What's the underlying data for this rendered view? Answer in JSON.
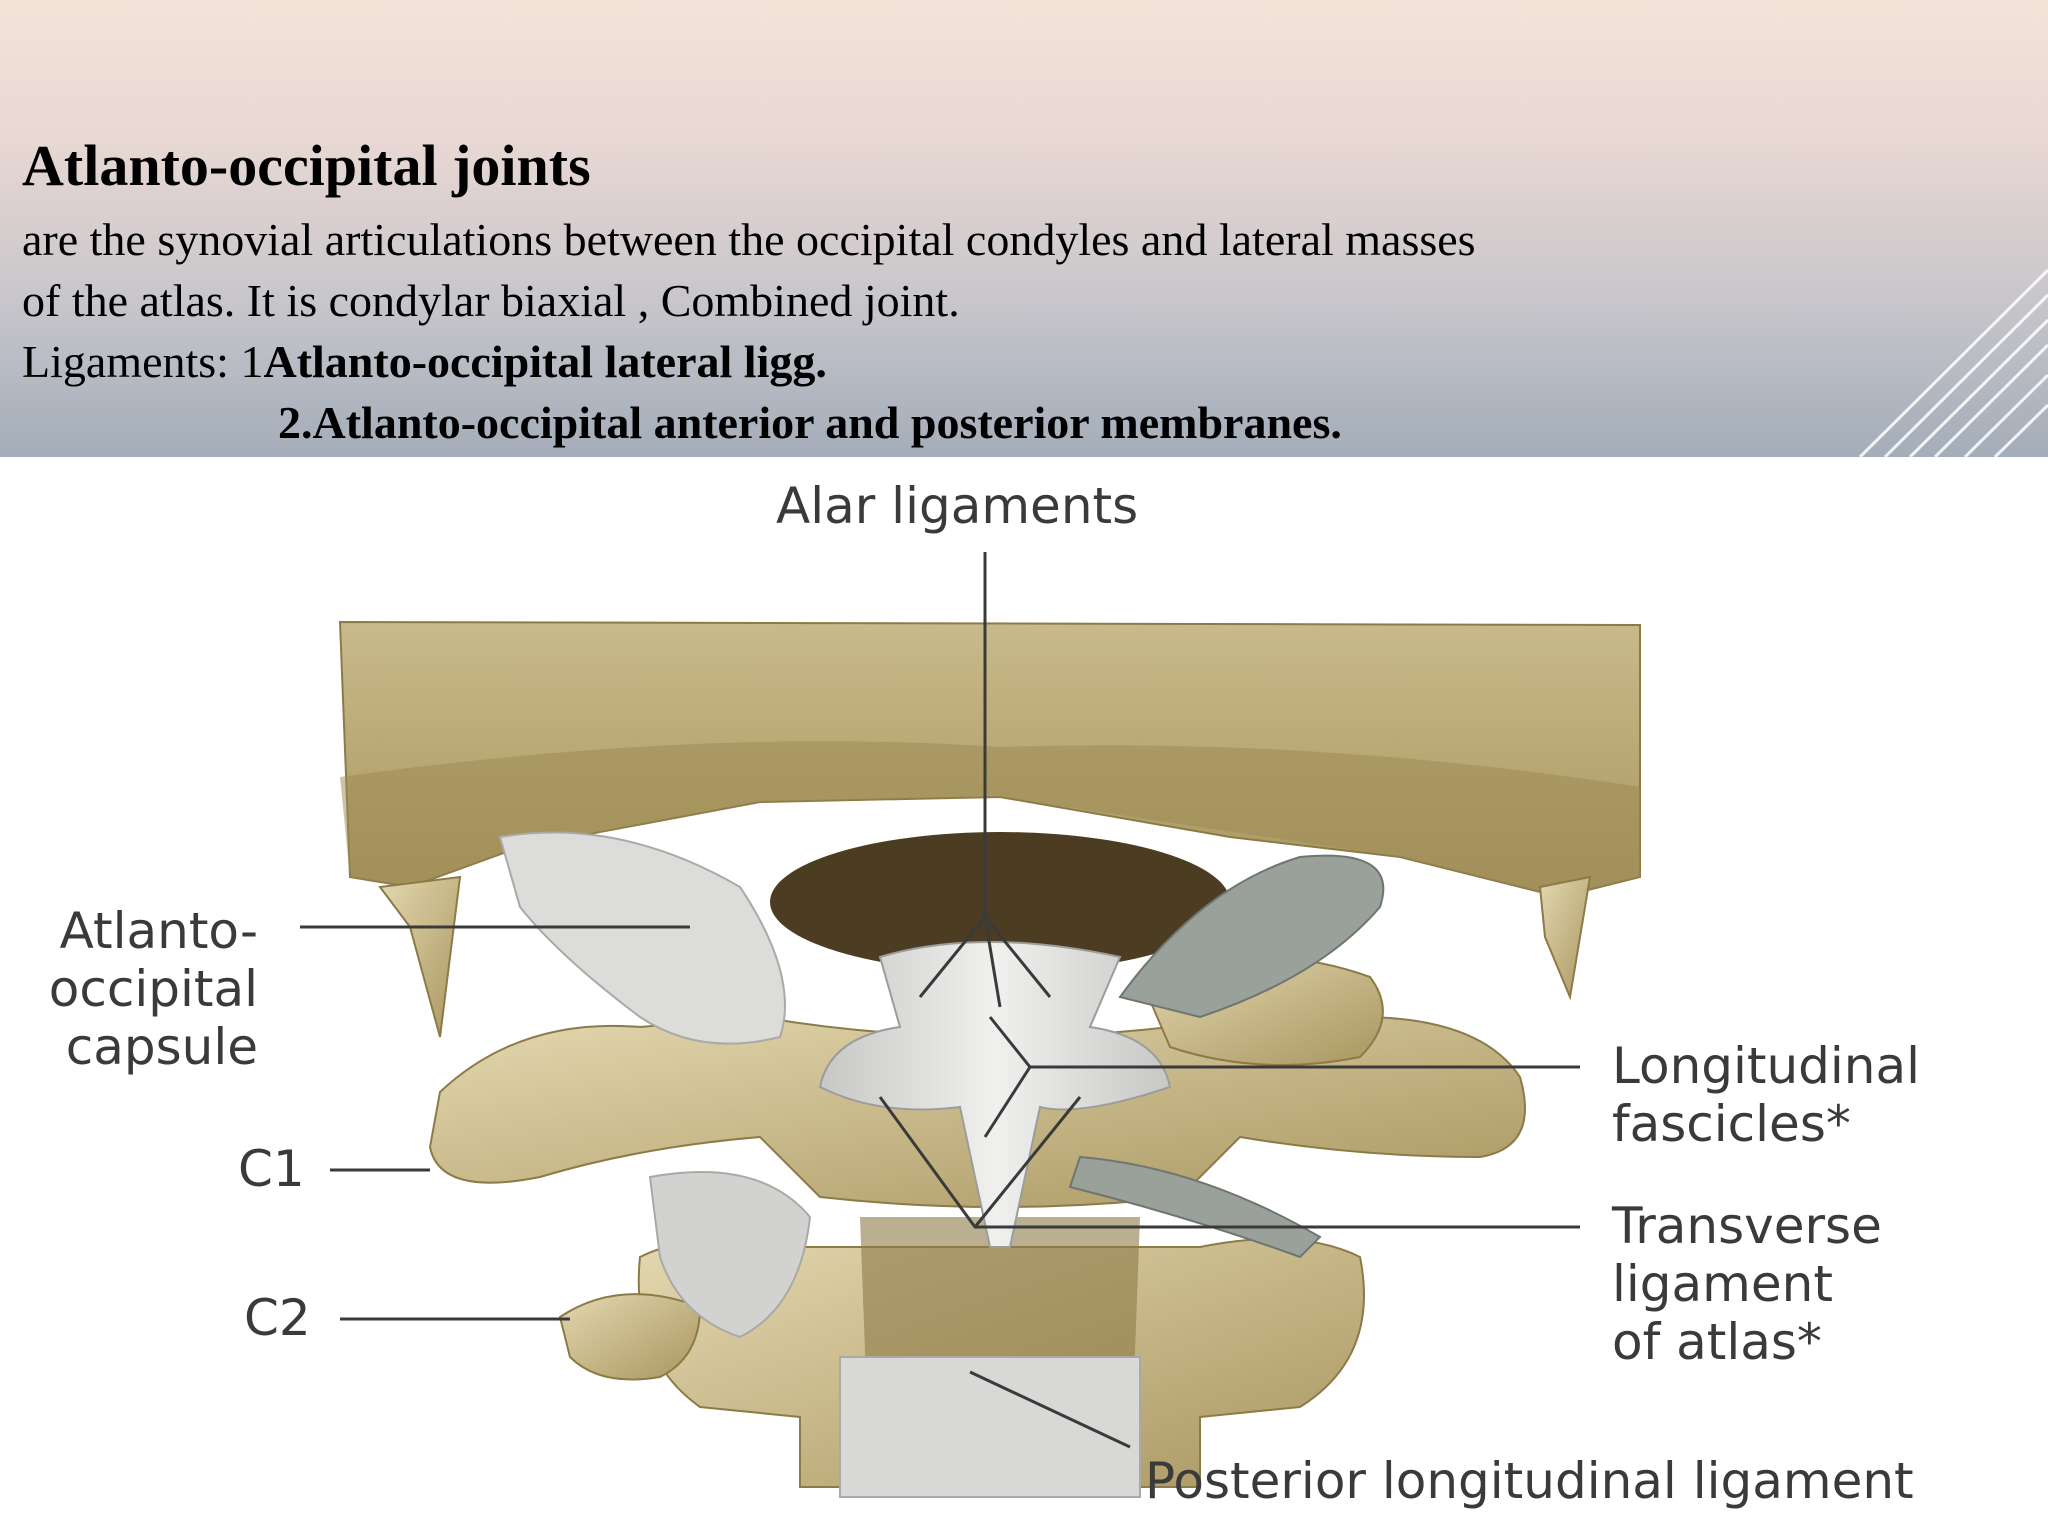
{
  "slide": {
    "title": "Atlanto-occipital joints",
    "description_line1": "are the synovial articulations between the occipital condyles  and  lateral masses",
    "description_line2": "of the atlas. It is condylar biaxial ,  Combined joint.",
    "ligaments_prefix": "Ligaments: 1",
    "ligament_1": "Atlanto-occipital lateral ligg.",
    "ligament_2": "2.Atlanto-occipital anterior and posterior  membranes."
  },
  "figure": {
    "labels": {
      "alar_ligaments": "Alar ligaments",
      "atlanto_occipital_capsule": "Atlanto-\noccipital\ncapsule",
      "c1": "C1",
      "c2": "C2",
      "longitudinal_fascicles": "Longitudinal\nfascicles*",
      "transverse_ligament": "Transverse\nligament\nof atlas*",
      "posterior_longitudinal_ligament": "Posterior longitudinal ligament"
    }
  },
  "colors": {
    "bone": "#cfc08f",
    "bone_dark": "#8c7a47",
    "ligament": "#d9dad8",
    "leader_line": "#3a3a3a"
  }
}
